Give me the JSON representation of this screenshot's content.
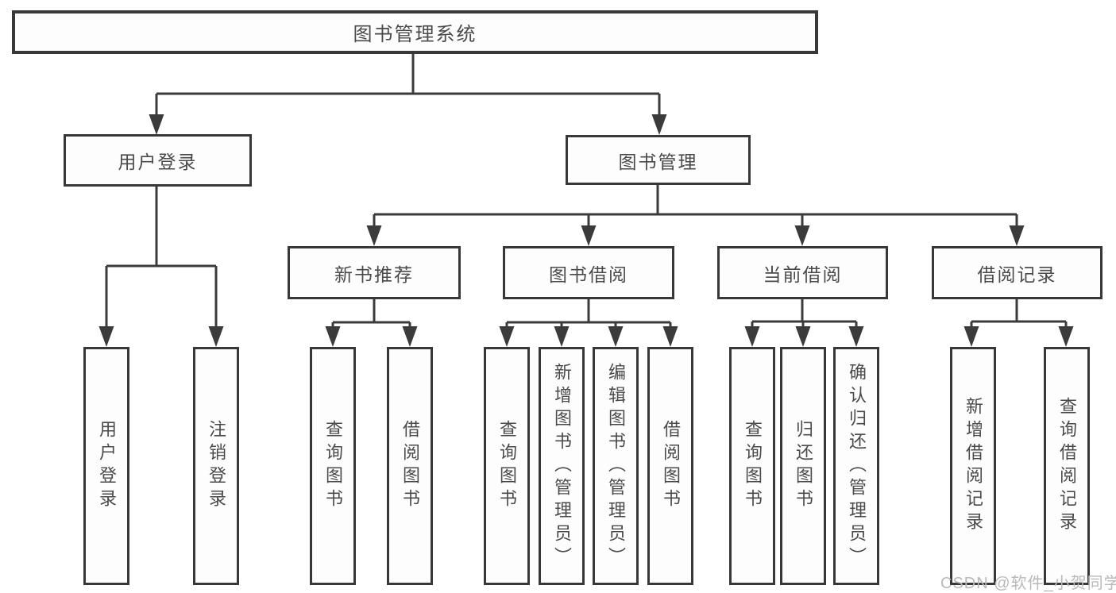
{
  "colors": {
    "line": "#3b3b3b",
    "box_border": "#383838",
    "box_background": "#fdfdfd",
    "text": "#4a4a4a",
    "page_background": "#ffffff",
    "watermark": "#b9b9b9"
  },
  "diagram": {
    "root": {
      "label": "图书管理系统"
    },
    "user_login": {
      "label": "用户登录",
      "children": [
        {
          "label": "用户登录"
        },
        {
          "label": "注销登录"
        }
      ]
    },
    "book_management": {
      "label": "图书管理"
    },
    "new_book_recommend": {
      "label": "新书推荐",
      "children": [
        {
          "label": "查询图书"
        },
        {
          "label": "借阅图书"
        }
      ]
    },
    "book_borrowing": {
      "label": "图书借阅",
      "children": [
        {
          "label": "查询图书"
        },
        {
          "label": "新增图书（管理员）"
        },
        {
          "label": "编辑图书（管理员）"
        },
        {
          "label": "借阅图书"
        }
      ]
    },
    "current_borrowing": {
      "label": "当前借阅",
      "children": [
        {
          "label": "查询图书"
        },
        {
          "label": "归还图书"
        },
        {
          "label": "确认归还（管理员）"
        }
      ]
    },
    "borrow_records": {
      "label": "借阅记录",
      "children": [
        {
          "label": "新增借阅记录"
        },
        {
          "label": "查询借阅记录"
        }
      ]
    }
  },
  "watermark": {
    "text": "CSDN @软件_小贺同学"
  }
}
